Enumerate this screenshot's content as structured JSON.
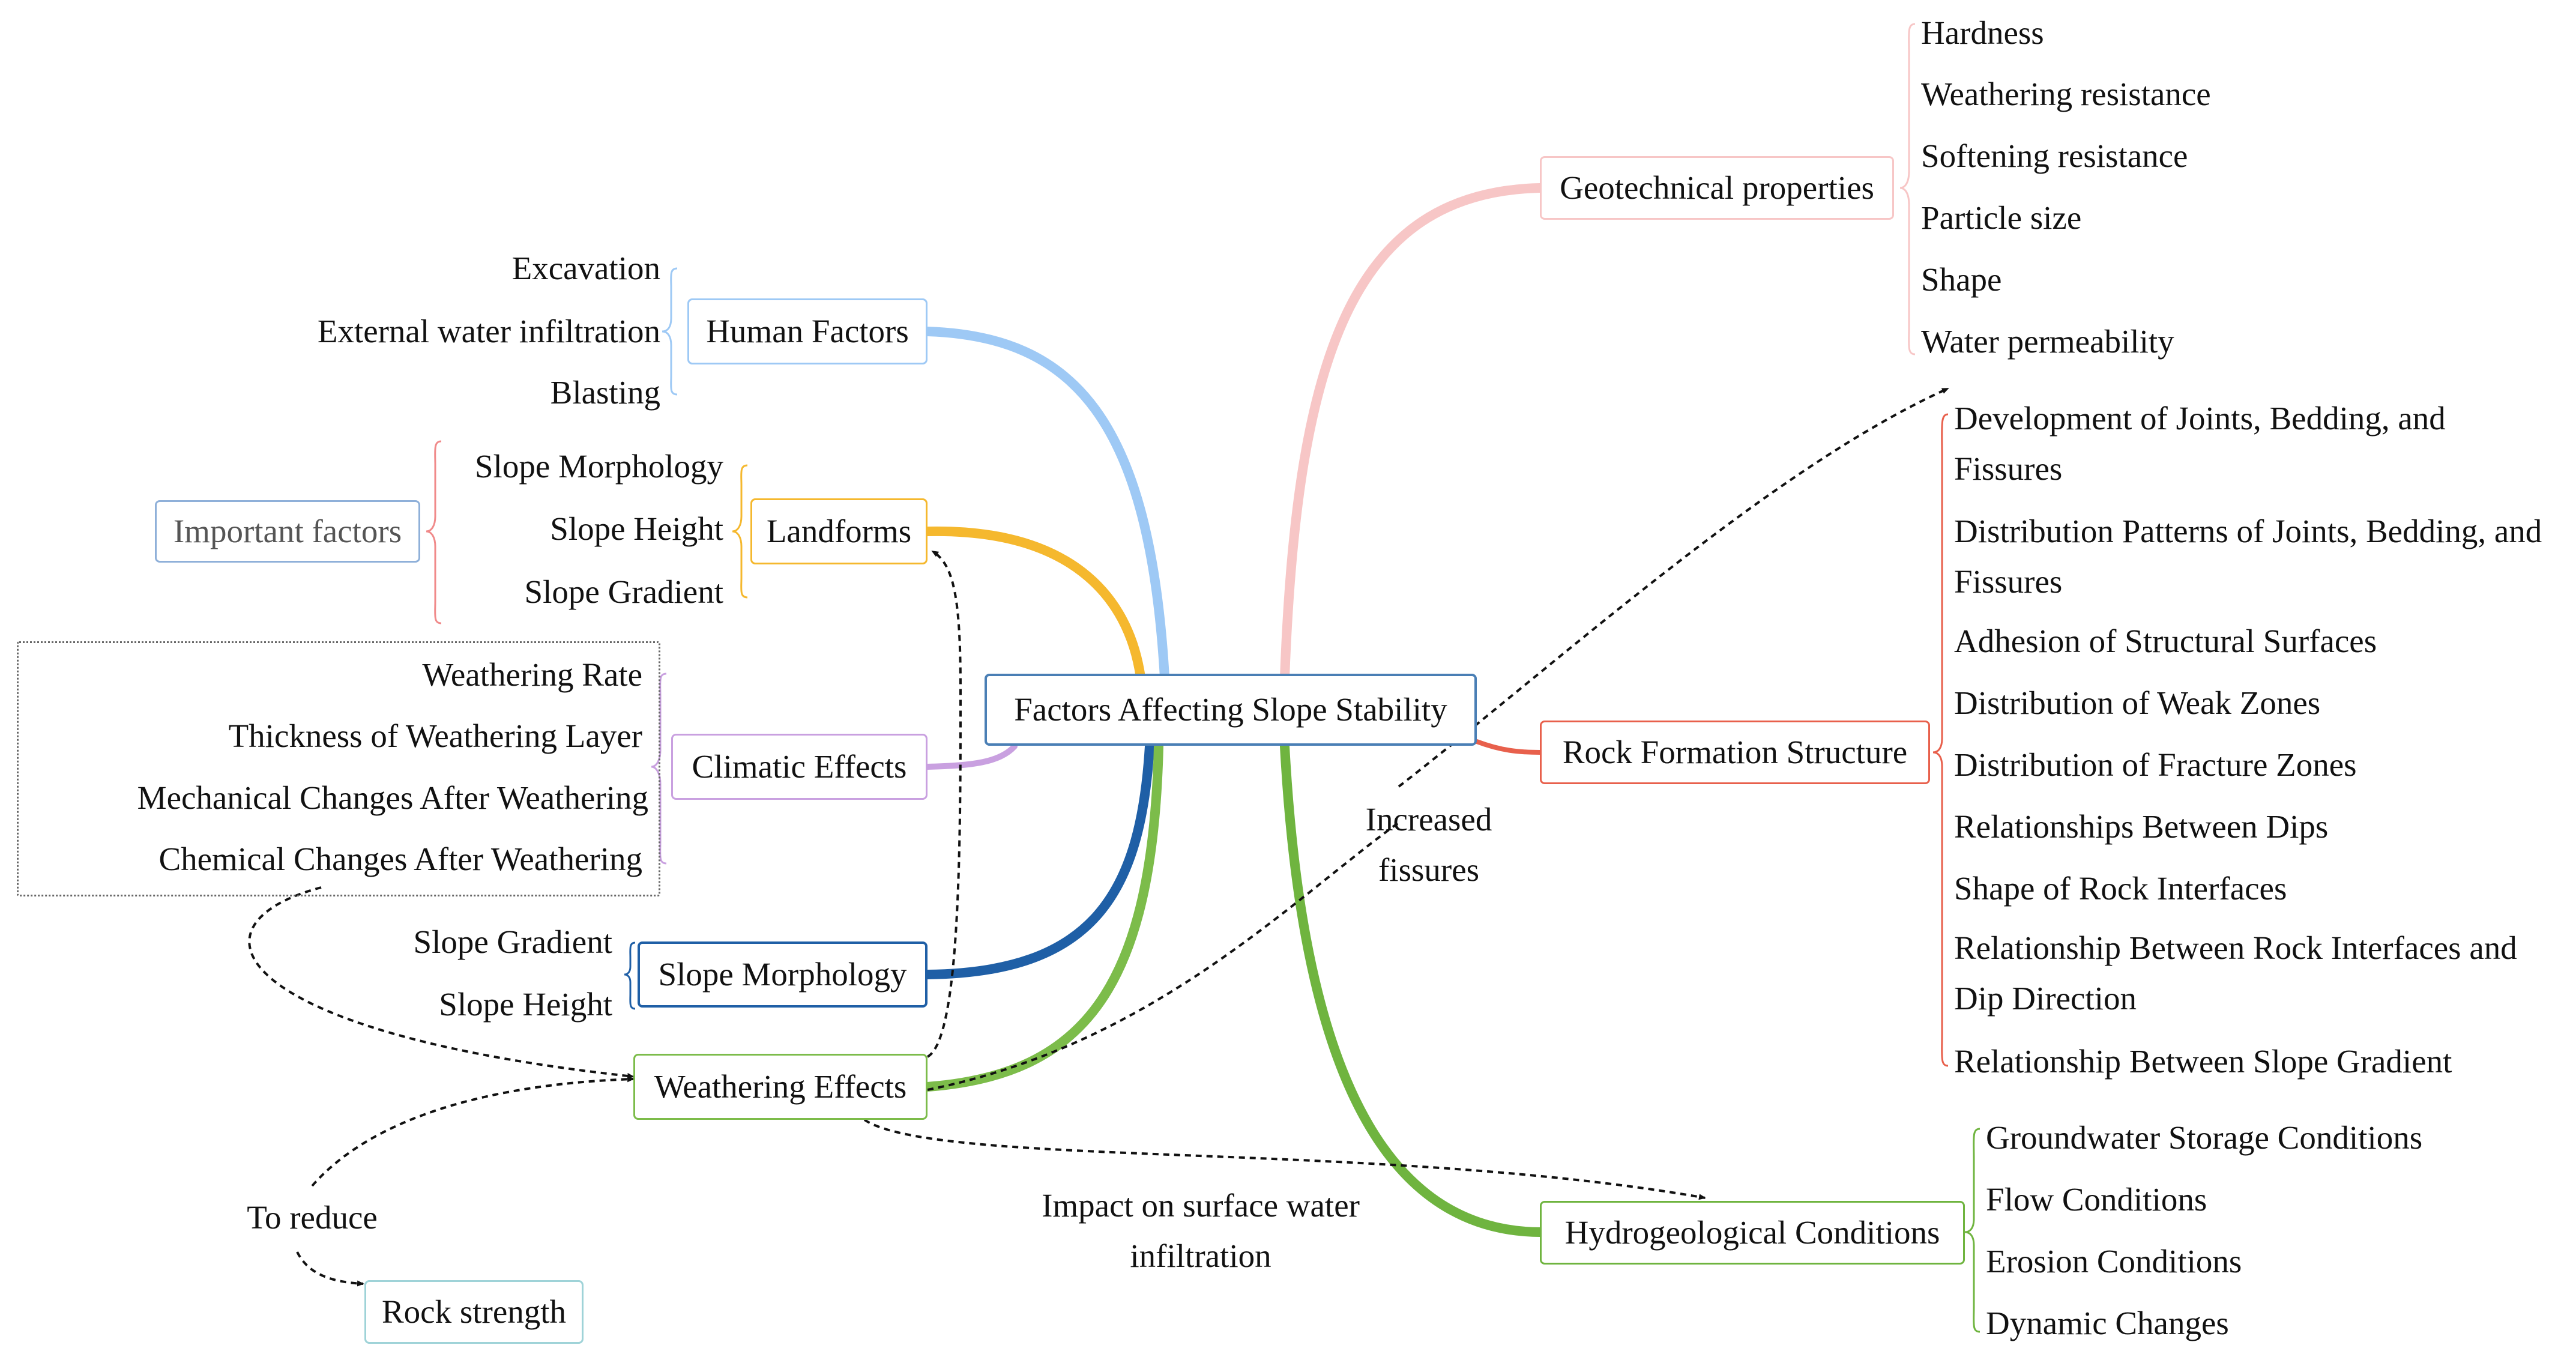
{
  "central": {
    "label": "Factors Affecting Slope Stability",
    "color": "#4a7fb5"
  },
  "branches": {
    "human_factors": {
      "label": "Human Factors",
      "color": "#9ec9f5",
      "items": [
        "Excavation",
        "External water infiltration",
        "Blasting"
      ]
    },
    "landforms": {
      "label": "Landforms",
      "color": "#f5b82e",
      "items": [
        "Slope Morphology",
        "Slope Height",
        "Slope Gradient"
      ],
      "note": "Important factors",
      "note_color": "#8fb0d9",
      "bracket_color": "#f08a8a"
    },
    "climatic_effects": {
      "label": "Climatic Effects",
      "color": "#c9a0e0",
      "items": [
        "Weathering Rate",
        "Thickness of Weathering Layer",
        "Mechanical Changes After Weathering",
        "Chemical Changes After Weathering"
      ]
    },
    "slope_morphology": {
      "label": "Slope Morphology",
      "color": "#1f5fa6",
      "items": [
        "Slope Gradient",
        "Slope Height"
      ]
    },
    "weathering_effects": {
      "label": "Weathering Effects",
      "color": "#7cbc4a"
    },
    "geotechnical_properties": {
      "label": "Geotechnical properties",
      "color": "#f7c6c6",
      "items": [
        "Hardness",
        "Weathering resistance",
        "Softening resistance",
        "Particle size",
        "Shape",
        "Water permeability"
      ]
    },
    "rock_formation_structure": {
      "label": "Rock Formation Structure",
      "color": "#e8604c",
      "items": [
        "Development of Joints, Bedding, and Fissures",
        "Distribution Patterns of Joints, Bedding, and Fissures",
        "Adhesion of Structural Surfaces",
        "Distribution of Weak Zones",
        "Distribution of Fracture Zones",
        "Relationships Between Dips",
        "Shape of Rock Interfaces",
        "Relationship Between Rock Interfaces and Dip Direction",
        "Relationship Between Slope Gradient"
      ]
    },
    "hydrogeological_conditions": {
      "label": "Hydrogeological Conditions",
      "color": "#6fb43f",
      "items": [
        "Groundwater Storage Conditions",
        "Flow Conditions",
        "Erosion Conditions",
        "Dynamic Changes"
      ]
    }
  },
  "annotations": {
    "increased_fissures": "Increased fissures",
    "impact_surface_water": "Impact on surface water infiltration",
    "to_reduce": "To reduce",
    "rock_strength": {
      "label": "Rock strength",
      "color": "#9fd3d8"
    }
  }
}
